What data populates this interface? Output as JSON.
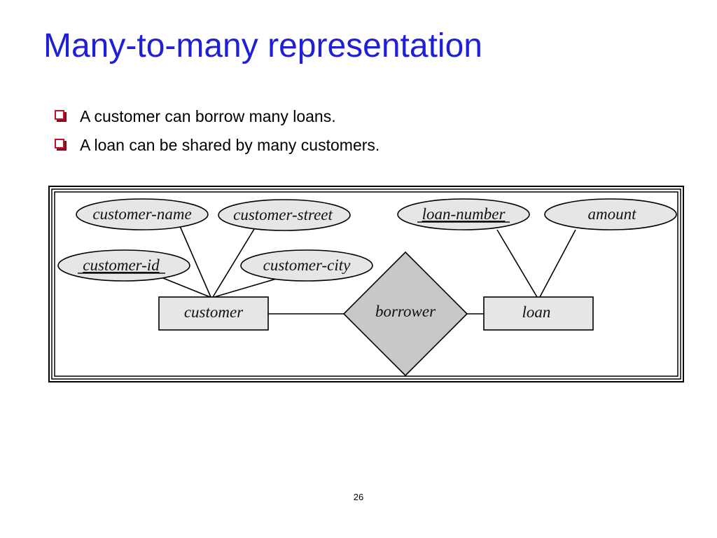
{
  "slide": {
    "title": "Many-to-many representation",
    "bullets": [
      "A customer can borrow many loans.",
      "A loan can be shared by many customers."
    ],
    "page_number": "26"
  },
  "diagram": {
    "entities": {
      "customer": "customer",
      "loan": "loan"
    },
    "relationship": "borrower",
    "attributes": {
      "customer_name": "customer-name",
      "customer_street": "customer-street",
      "customer_id": "customer-id",
      "customer_city": "customer-city",
      "loan_number": "loan-number",
      "amount": "amount"
    },
    "colors": {
      "title": "#1f1fd6",
      "bullet": "#c8102e",
      "shape_fill": "#e6e6e6",
      "diamond_fill": "#c8c8c8"
    }
  }
}
